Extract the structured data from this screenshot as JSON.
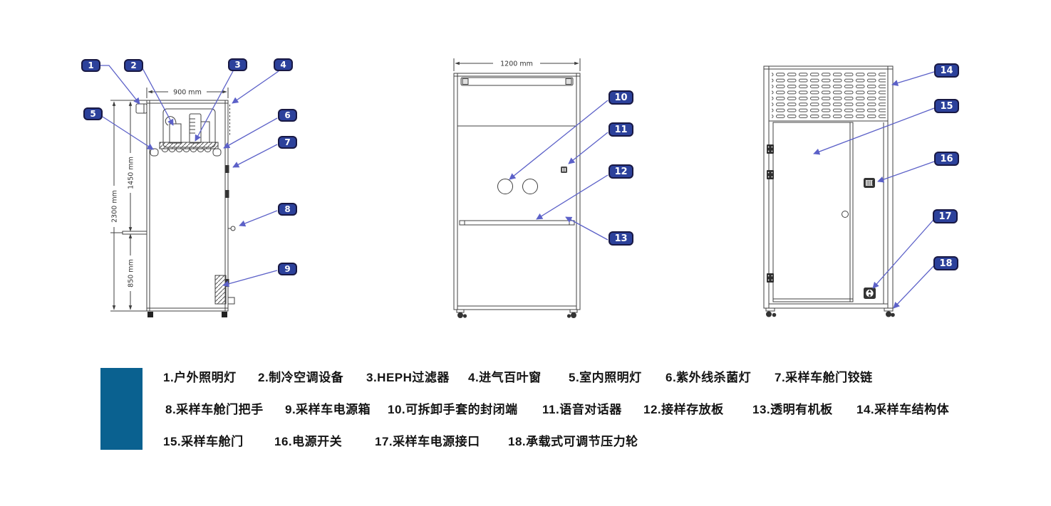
{
  "callouts": [
    "1",
    "2",
    "3",
    "4",
    "5",
    "6",
    "7",
    "8",
    "9",
    "10",
    "11",
    "12",
    "13",
    "14",
    "15",
    "16",
    "17",
    "18"
  ],
  "dimensions": {
    "side_width": "900 mm",
    "side_total_height": "2300 mm",
    "side_upper_height": "1450 mm",
    "side_lower_height": "850 mm",
    "front_width": "1200 mm"
  },
  "legend": {
    "items": [
      "1.户外照明灯",
      "2.制冷空调设备",
      "3.HEPH过滤器",
      "4.进气百叶窗",
      "5.室内照明灯",
      "6.紫外线杀菌灯",
      "7.采样车舱门铰链",
      "8.采样车舱门把手",
      "9.采样车电源箱",
      "10.可拆卸手套的封闭端",
      "11.语音对话器",
      "12.接样存放板",
      "13.透明有机板",
      "14.采样车结构体",
      "15.采样车舱门",
      "16.电源开关",
      "17.采样车电源接口",
      "18.承载式可调节压力轮"
    ]
  },
  "colors": {
    "badge_fill": "#2c419b",
    "badge_border": "#181843",
    "leader_line": "#5c61c8",
    "drawing_line": "#404040",
    "accent_block": "#0a6190",
    "legend_text": "#141414"
  }
}
